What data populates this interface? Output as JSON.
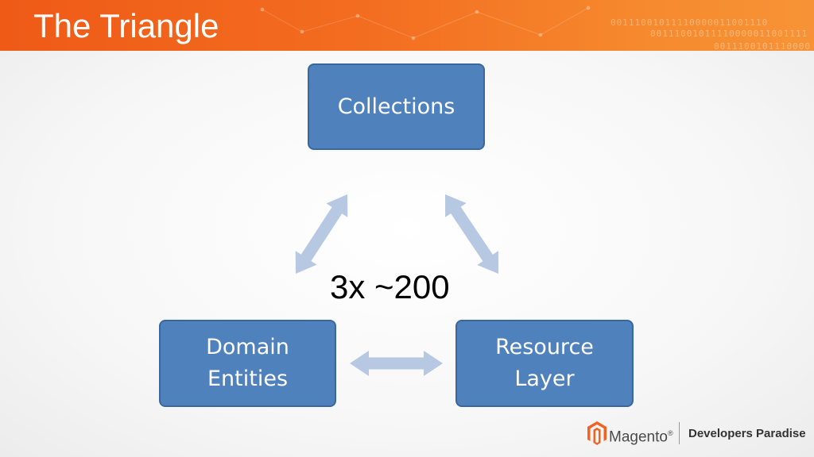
{
  "slide": {
    "title": "The Triangle",
    "center_label": "3x ~200"
  },
  "diagram": {
    "nodes": [
      {
        "id": "collections",
        "label": "Collections"
      },
      {
        "id": "domain",
        "label": "Domain\nEntities"
      },
      {
        "id": "resource",
        "label": "Resource\nLayer"
      }
    ],
    "edges": [
      {
        "from": "collections",
        "to": "domain",
        "type": "bidirectional"
      },
      {
        "from": "collections",
        "to": "resource",
        "type": "bidirectional"
      },
      {
        "from": "domain",
        "to": "resource",
        "type": "bidirectional"
      }
    ]
  },
  "header": {
    "binary_lines": [
      "00111001011110000011001110",
      "00111001011110000011001111",
      "0011100101110000"
    ]
  },
  "footer": {
    "brand": "Magento",
    "trademark": "®",
    "tagline": "Developers Paradise",
    "logo_icon": "magento-logo-icon"
  },
  "colors": {
    "header": "#f36d20",
    "node_fill": "#4f81bd",
    "arrow_fill": "#b7c8e2",
    "logo": "#f26322"
  }
}
